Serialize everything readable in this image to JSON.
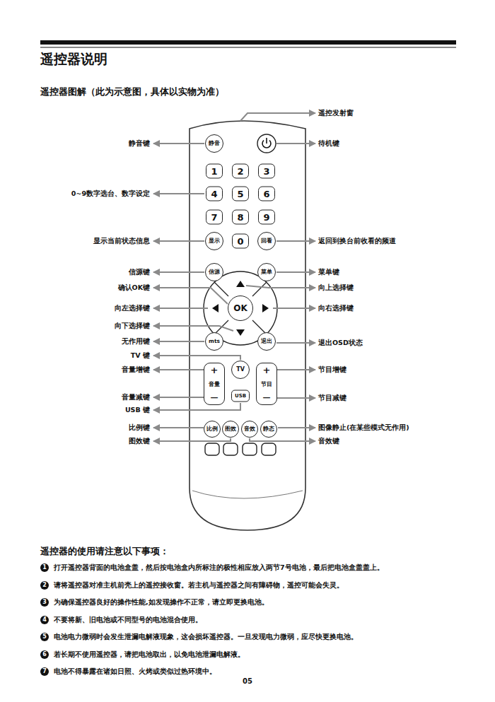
{
  "diagram": {
    "title": "遥控器说明",
    "nodes": [
      {
        "text": [
          "静音"
        ]
      },
      {
        "text": [
          "1"
        ]
      },
      {
        "text": [
          "2"
        ]
      },
      {
        "text": [
          "3"
        ]
      },
      {
        "text": [
          "4"
        ]
      },
      {
        "text": [
          "5"
        ]
      },
      {
        "text": [
          "6"
        ]
      },
      {
        "text": [
          "7"
        ]
      },
      {
        "text": [
          "8"
        ]
      },
      {
        "text": [
          "9"
        ]
      },
      {
        "text": [
          "显示"
        ]
      },
      {
        "text": [
          "0"
        ]
      },
      {
        "text": [
          "回看"
        ]
      },
      {
        "text": [
          "信源"
        ]
      },
      {
        "text": [
          "菜单"
        ]
      },
      {
        "text": [
          "OK"
        ]
      },
      {
        "text": [
          "mts"
        ]
      },
      {
        "text": [
          "退出"
        ]
      },
      {
        "text": [
          "+",
          "音量",
          "—"
        ]
      },
      {
        "text": [
          "TV"
        ]
      },
      {
        "text": [
          "+",
          "节目",
          "—"
        ]
      },
      {
        "text": [
          "USB"
        ]
      },
      {
        "text": [
          "比例"
        ]
      },
      {
        "text": [
          "图效"
        ]
      },
      {
        "text": [
          "音效"
        ]
      },
      {
        "text": [
          "静态"
        ]
      }
    ],
    "labels": [
      "遥控器图解（此为示意图，具体以实物为准）",
      "遥控发射窗",
      "静音键",
      "待机键",
      "0~9数字选台、数字设定",
      "显示当前状态信息",
      "返回到换台前收看的频道",
      "信源键",
      "菜单键",
      "确认OK键",
      "向上选择键",
      "向左选择键",
      "向右选择键",
      "向下选择键",
      "无作用键",
      "退出OSD状态",
      "TV 键",
      "音量增键",
      "节目增键",
      "音量减键",
      "节目减键",
      "USB 键",
      "比例键",
      "图像静止(在某些模式无作用)",
      "图效键",
      "音效键",
      "遥控器的使用请注意以下事项：",
      "1",
      "打开遥控器背面的电池盒盖，然后按电池盒内所标注的极性相应放入两节7号电池，最后把电池盒盖盖上。",
      "2",
      "请将遥控器对准主机前壳上的遥控接收窗。若主机与遥控器之间有障碍物，遥控可能会失灵。",
      "3",
      "为确保遥控器良好的操作性能,如发现操作不正常，请立即更换电池。",
      "4",
      "不要将新、旧电池或不同型号的电池混合使用。",
      "5",
      "电池电力微弱时会发生泄漏电解液现象，这会损坏遥控器。一旦发现电力微弱，应尽快更换电池。",
      "6",
      "若长期不使用遥控器，请把电池取出，以免电池泄漏电解液。",
      "7",
      "电池不得暴露在诸如日照、火烤或类似过热环境中。",
      "05"
    ]
  }
}
